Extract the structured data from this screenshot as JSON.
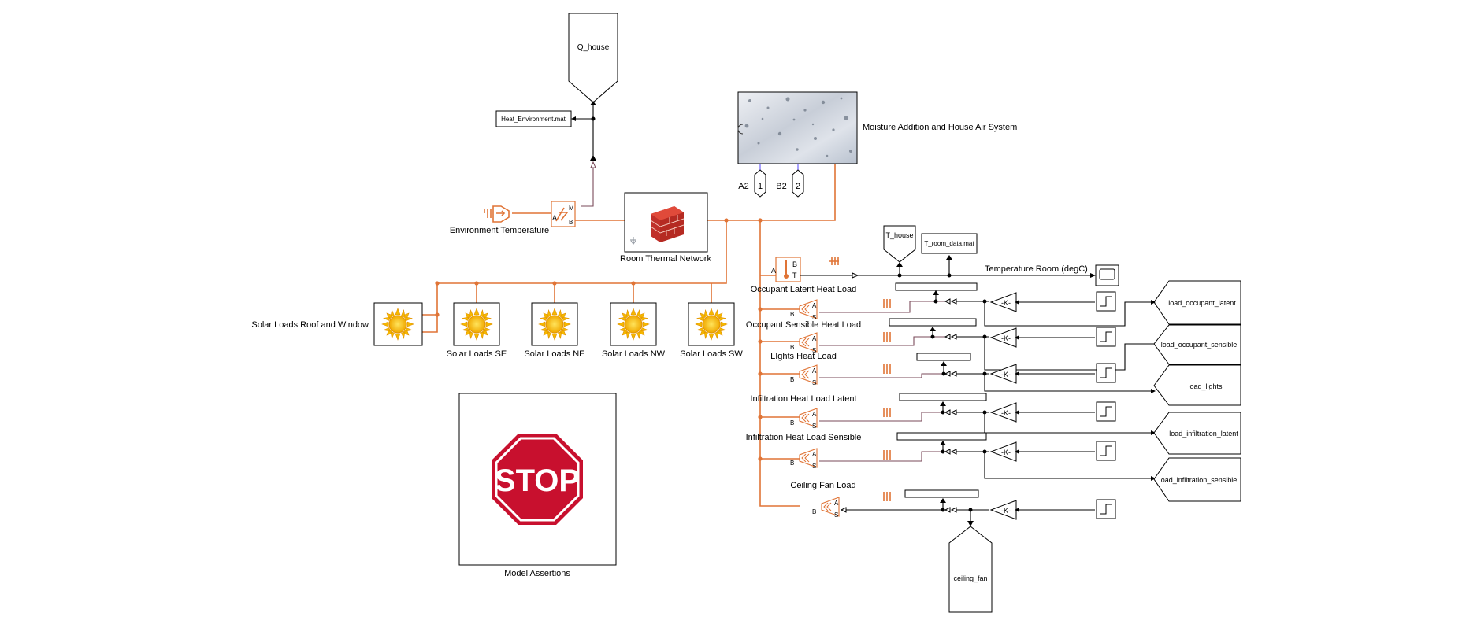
{
  "model": {
    "blocks": {
      "q_house": "Q_house",
      "heat_env_mat": "Heat_Environment.mat",
      "env_temp": "Environment Temperature",
      "room_thermal": "Room Thermal Network",
      "moisture": "Moisture Addition and House Air System",
      "a2": "A2",
      "b2": "B2",
      "port1": "1",
      "port2": "2",
      "t_house": "T_house",
      "t_room_mat": "T_room_data.mat",
      "temp_room": "Temperature Room (degC)",
      "solar_roof": "Solar Loads Roof and Window",
      "solar_se": "Solar Loads SE",
      "solar_ne": "Solar Loads NE",
      "solar_nw": "Solar Loads NW",
      "solar_sw": "Solar Loads SW",
      "model_assertions": "Model Assertions",
      "stop_text": "STOP",
      "gain": "-K-",
      "occ_latent": "Occupant Latent Heat Load",
      "occ_sensible": "Occupant Sensible Heat Load",
      "lights": "LIghts Heat Load",
      "inf_latent": "Infiltration Heat Load Latent",
      "inf_sensible": "Infiltration Heat Load Sensible",
      "ceiling_fan": "Ceiling Fan Load",
      "ceiling_fan_out": "ceiling_fan",
      "from_occ_latent": "load_occupant_latent",
      "from_occ_sensible": "load_occupant_sensible",
      "from_lights": "load_lights",
      "from_inf_latent": "load_infiltration_latent",
      "from_inf_sensible": "oad_infiltration_sensible"
    },
    "ports": {
      "a": "A",
      "b": "B",
      "s": "S",
      "t": "T",
      "m": "M"
    },
    "colors": {
      "physical_line": "#e07436",
      "signal_line": "#000000",
      "stop_red": "#c8102e",
      "sun": "#f5b800",
      "brick": "#d23b2e"
    }
  }
}
